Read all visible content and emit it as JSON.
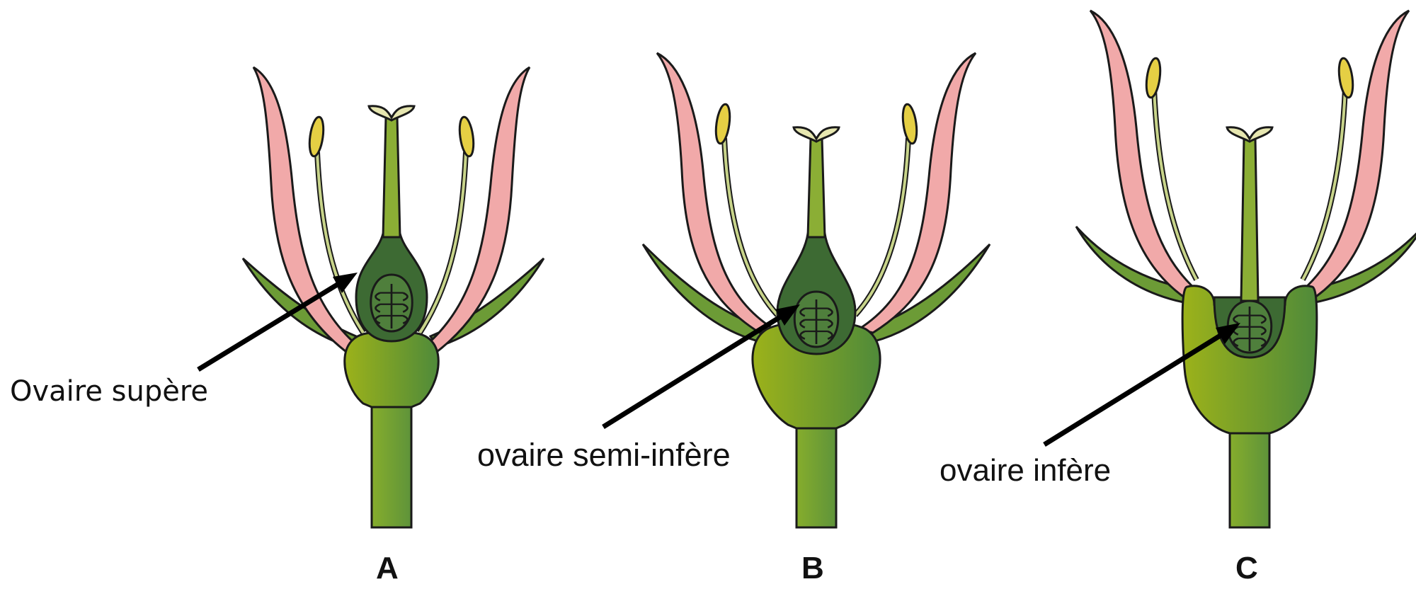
{
  "diagrams": [
    {
      "letter": "A",
      "label": "Ovaire supère"
    },
    {
      "letter": "B",
      "label": "ovaire semi-infère"
    },
    {
      "letter": "C",
      "label": "ovaire infère"
    }
  ],
  "colors": {
    "stem": "#7aa531",
    "receptacle_light": "#9cb21a",
    "receptacle_dark": "#4f8a3a",
    "ovary": "#3d6a33",
    "ovule": "#4f7f3c",
    "style": "#8bae35",
    "stigma": "#e6e6b0",
    "sepal": "#6c9b36",
    "petal": "#f1a9a9",
    "stamen_filament": "#c8d48a",
    "anther": "#e5cf44",
    "outline": "#1a1a1a",
    "arrow": "#000000"
  }
}
